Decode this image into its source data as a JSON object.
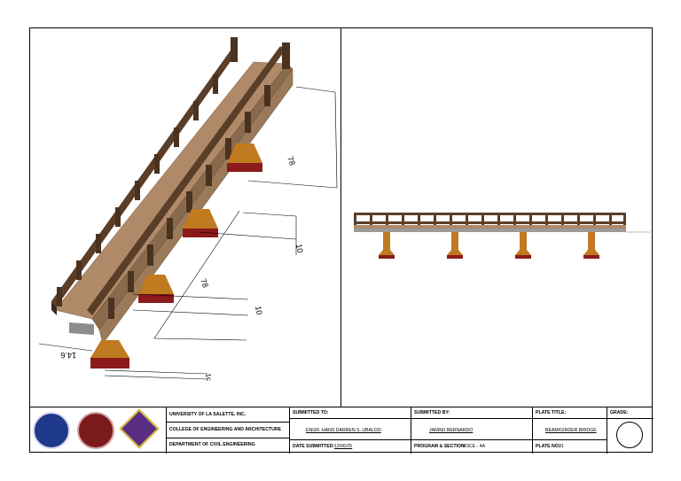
{
  "drawing": {
    "iso_dims": {
      "span_upper": "78",
      "span_lower": "78",
      "gap_upper": "10",
      "gap_lower": "10",
      "width": "14.6",
      "footing": "1c"
    }
  },
  "title_block": {
    "school": "UNIVERSITY OF LA SALETTE, INC.",
    "college": "COLLEGE OF ENGINEERING AND ARCHITECTURE",
    "department": "DEPARTMENT OF CIVIL ENGINEERING",
    "submitted_to_label": "SUBMITTED TO:",
    "submitted_to_value": "ENGR. HANS DARREN S. UBALDO",
    "date_label": "DATE SUBMITTED:",
    "date_value": "12/06/25",
    "submitted_by_label": "SUBMITTED BY:",
    "submitted_by_value": "JANREI BERNARDO",
    "program_label": "PROGRAM & SECTION:",
    "program_value": "BSCE - 4A",
    "plate_title_label": "PLATE TITLE:",
    "plate_title_value": "BEAM/GIRDER BRIDGE",
    "plate_no_label": "PLATE NO.:",
    "plate_no_value": "01",
    "grade_label": "GRADE:"
  },
  "colors": {
    "deck": "#b08a68",
    "rail": "#5a3e28",
    "pier": "#c07a20",
    "footing": "#8b1a1a"
  }
}
